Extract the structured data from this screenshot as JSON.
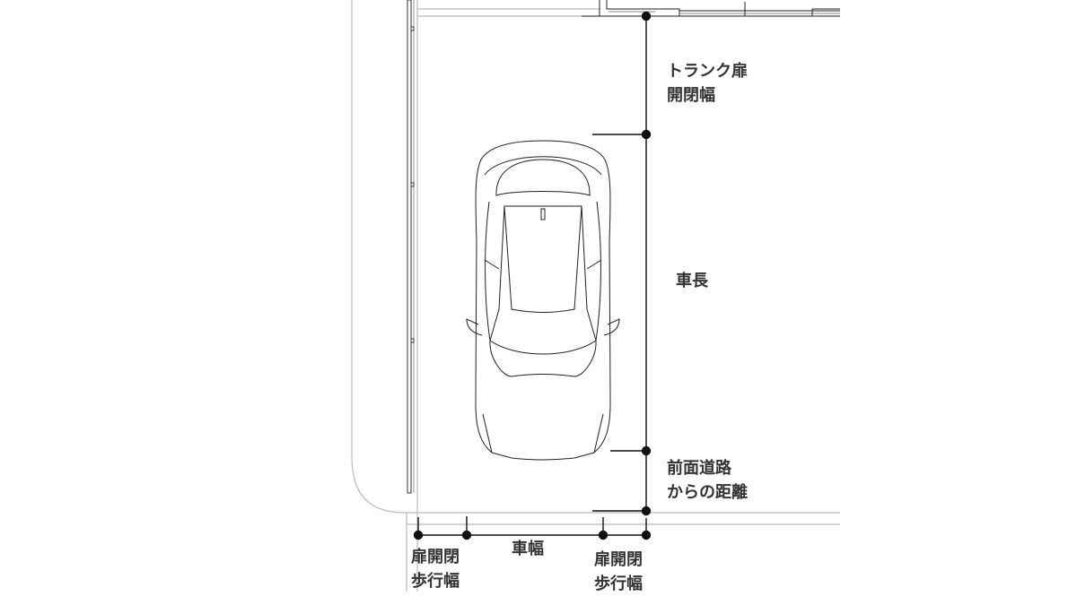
{
  "labels": {
    "trunk_door_line1": "トランク扉",
    "trunk_door_line2": "開閉幅",
    "car_length": "車長",
    "front_road_line1": "前面道路",
    "front_road_line2": "からの距離",
    "left_door_line1": "扉開閉",
    "left_door_line2": "歩行幅",
    "car_width": "車幅",
    "right_door_line1": "扉開閉",
    "right_door_line2": "歩行幅"
  },
  "colors": {
    "line": "#111111",
    "thin": "#bbbbbb",
    "text": "#333333"
  }
}
